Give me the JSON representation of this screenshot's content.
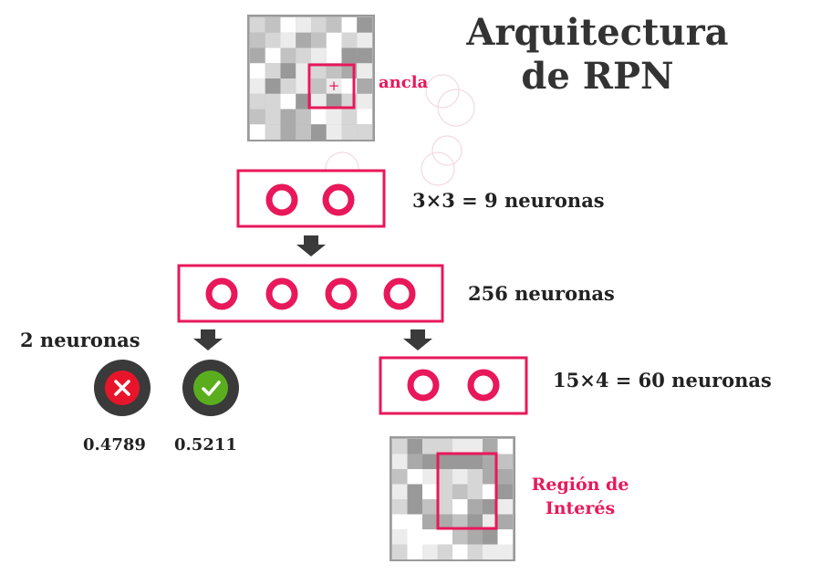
{
  "title": {
    "line1": "Arquitectura",
    "line2": "de RPN"
  },
  "labels": {
    "anchor": "ancla",
    "anchor_mark": "+",
    "layer1": "3×3 = 9 neuronas",
    "layer2": "256 neuronas",
    "cls": "2 neuronas",
    "reg": "15×4 = 60 neuronas",
    "roi_line1": "Región de",
    "roi_line2": "Interés"
  },
  "scores": {
    "negative": "0.4789",
    "positive": "0.5211"
  },
  "colors": {
    "accent": "#e8185a",
    "dark": "#3a3a3a",
    "negative": "#e8152a",
    "positive": "#5aae1e"
  },
  "icons": {
    "negative": "close-icon",
    "positive": "check-icon",
    "arrow": "arrow-down-icon"
  }
}
